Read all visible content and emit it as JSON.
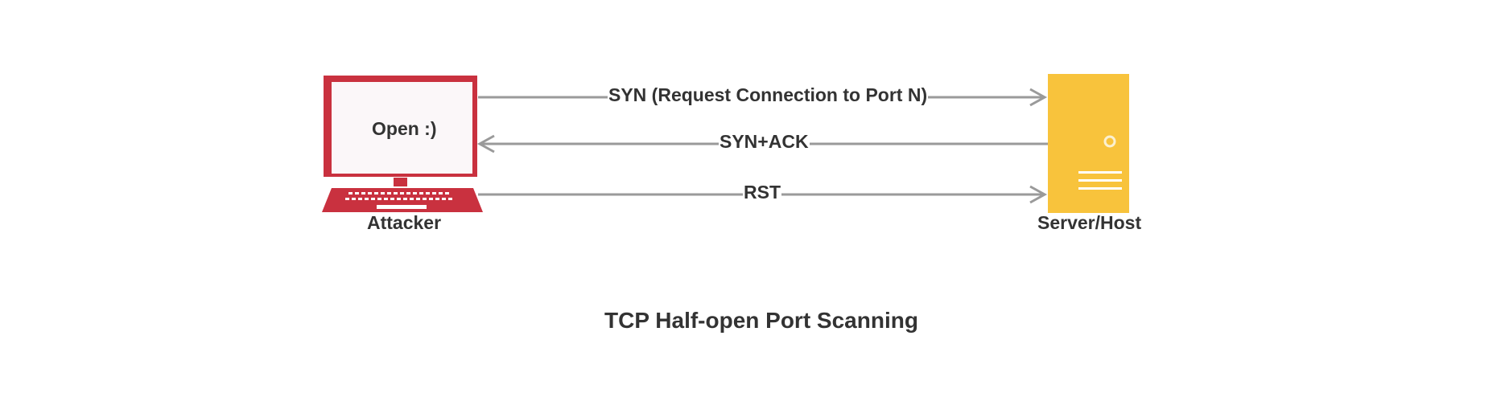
{
  "attacker": {
    "label": "Attacker",
    "screen_text": "Open :)"
  },
  "server": {
    "label": "Server/Host"
  },
  "arrows": [
    {
      "label": "SYN (Request Connection to Port N)",
      "direction": "to-server"
    },
    {
      "label": "SYN+ACK",
      "direction": "to-attacker"
    },
    {
      "label": "RST",
      "direction": "to-server"
    }
  ],
  "title": "TCP Half-open Port Scanning",
  "colors": {
    "attacker": "#c9313f",
    "screen_fill": "#fbf7f9",
    "server": "#f8c33c",
    "arrow": "#9a9a9a",
    "text": "#333333"
  }
}
